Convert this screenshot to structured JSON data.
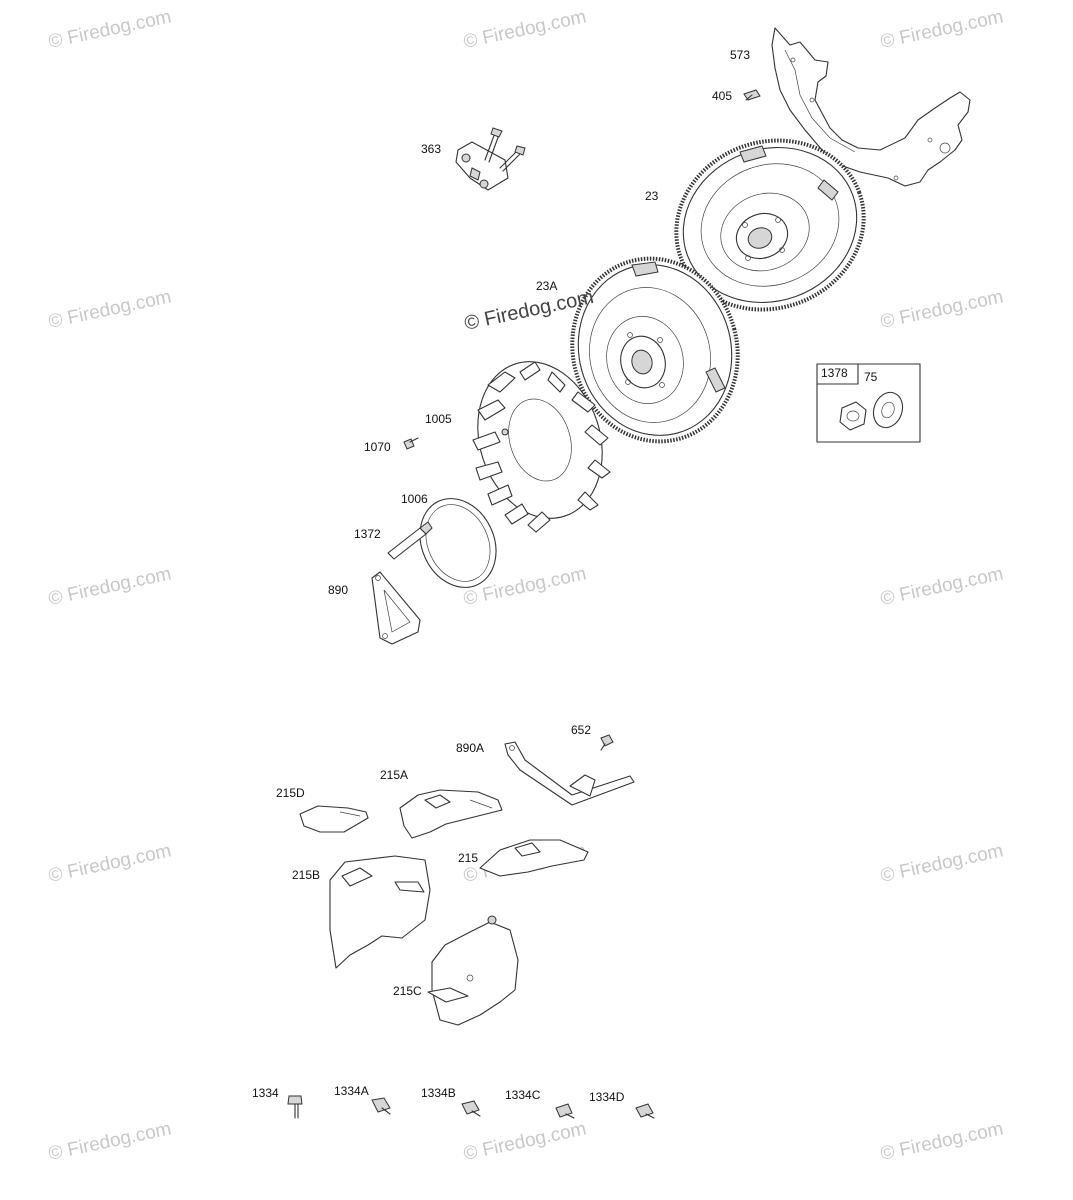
{
  "watermark": {
    "text": "© Firedog.com",
    "color": "#c8c8c8",
    "center_text": "© Firedog.com",
    "center_color": "#444444"
  },
  "parts": {
    "p573": "573",
    "p405": "405",
    "p363": "363",
    "p23": "23",
    "p23a": "23A",
    "p1378": "1378",
    "p75": "75",
    "p1005": "1005",
    "p1070": "1070",
    "p1006": "1006",
    "p1372": "1372",
    "p890": "890",
    "p652": "652",
    "p890a": "890A",
    "p215a": "215A",
    "p215d": "215D",
    "p215": "215",
    "p215b": "215B",
    "p215c": "215C",
    "p1334": "1334",
    "p1334a": "1334A",
    "p1334b": "1334B",
    "p1334c": "1334C",
    "p1334d": "1334D"
  }
}
